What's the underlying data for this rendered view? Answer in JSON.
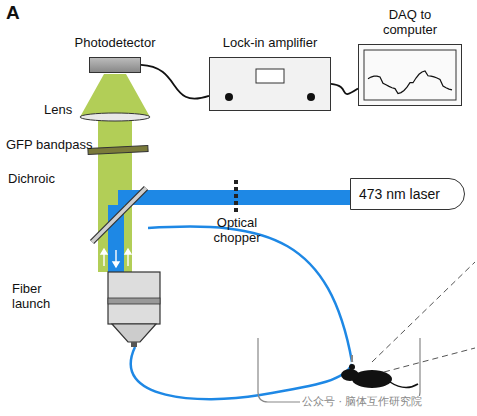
{
  "diagram": {
    "nodes": [
      {
        "text": [
          "Photodetector"
        ]
      },
      {
        "text": [
          "Lock-in amplifier"
        ]
      },
      {
        "text": [
          "DAQ to computer"
        ]
      },
      {
        "text": [
          "473 nm laser"
        ]
      },
      {
        "text": [
          "Fiber launch"
        ]
      }
    ],
    "edges": [
      {
        "from": 0,
        "to": 1,
        "arrow": "none"
      },
      {
        "from": 1,
        "to": 2,
        "arrow": "none"
      }
    ],
    "labels": [
      "A",
      "Lens",
      "GFP bandpass",
      "Dichroic",
      "Optical chopper",
      "公众号 · 脑体互作研究院"
    ]
  }
}
